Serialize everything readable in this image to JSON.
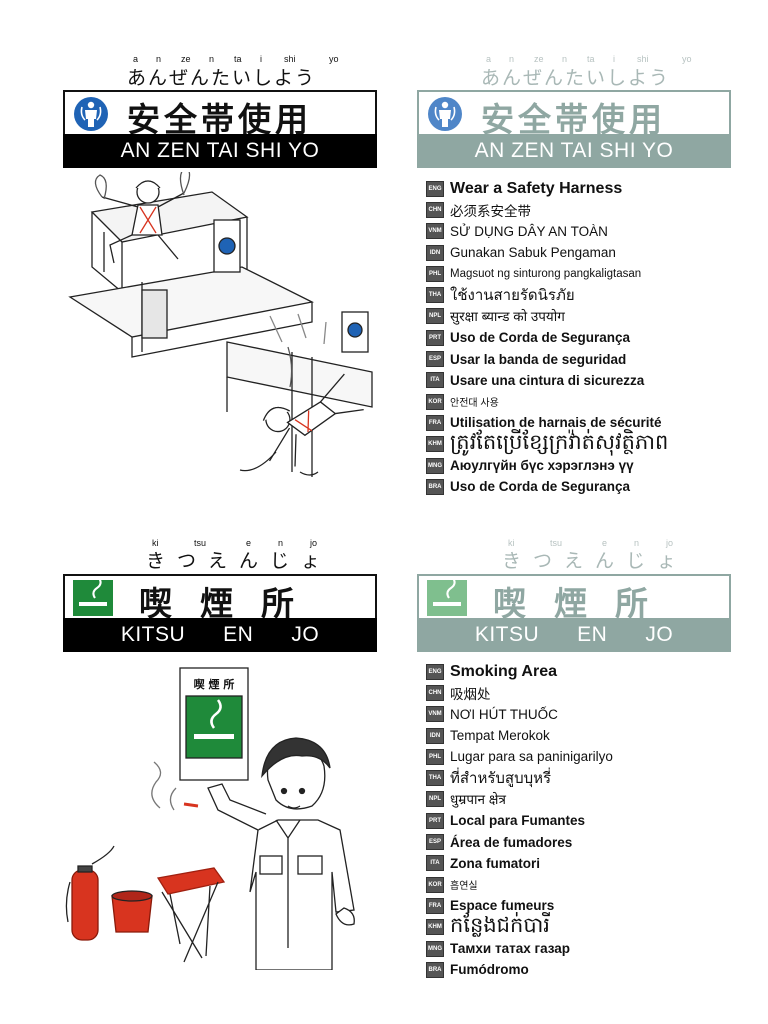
{
  "safety": {
    "ruby": [
      "a",
      "n",
      "ze",
      "n",
      "ta",
      "i",
      "shi",
      "yo"
    ],
    "kana": "あんぜんたいしよう",
    "title": "安全帯使用",
    "romaji": "AN ZEN TAI SHI YO",
    "languages": [
      {
        "code": "ENG",
        "text": "Wear a Safety Harness"
      },
      {
        "code": "CHN",
        "text": "必须系安全带"
      },
      {
        "code": "VNM",
        "text": "SỬ DỤNG DÂY AN TOÀN"
      },
      {
        "code": "IDN",
        "text": "Gunakan Sabuk Pengaman"
      },
      {
        "code": "PHL",
        "text": "Magsuot ng sinturong pangkaligtasan"
      },
      {
        "code": "THA",
        "text": "ใช้งานสายรัดนิรภัย"
      },
      {
        "code": "NPL",
        "text": "सुरक्षा ब्यान्ड को उपयोग"
      },
      {
        "code": "PRT",
        "text": "Uso de Corda de Segurança"
      },
      {
        "code": "ESP",
        "text": "Usar la banda de seguridad"
      },
      {
        "code": "ITA",
        "text": "Usare una cintura di sicurezza"
      },
      {
        "code": "KOR",
        "text": "안전대 사용"
      },
      {
        "code": "FRA",
        "text": "Utilisation de harnais de sécurité"
      },
      {
        "code": "KHM",
        "text": "ត្រូវតែប្រើខ្សែក្រវ៉ាត់សុវត្ថិភាព"
      },
      {
        "code": "MNG",
        "text": "Аюулгүйн бүс хэрэглэнэ үү"
      },
      {
        "code": "BRA",
        "text": "Uso de Corda de Segurança"
      }
    ],
    "panel_label": "安全帯使用"
  },
  "smoking": {
    "ruby": [
      "ki",
      "tsu",
      "e",
      "n",
      "jo"
    ],
    "kana": "きつえんじょ",
    "title": [
      "喫",
      "煙",
      "所"
    ],
    "romaji": [
      "KITSU",
      "EN",
      "JO"
    ],
    "wall_sign": "喫 煙 所",
    "languages": [
      {
        "code": "ENG",
        "text": "Smoking Area"
      },
      {
        "code": "CHN",
        "text": "吸烟处"
      },
      {
        "code": "VNM",
        "text": "NƠI HÚT THUỐC"
      },
      {
        "code": "IDN",
        "text": "Tempat Merokok"
      },
      {
        "code": "PHL",
        "text": "Lugar para sa paninigarilyo"
      },
      {
        "code": "THA",
        "text": "ที่สำหรับสูบบุหรี่"
      },
      {
        "code": "NPL",
        "text": "धुम्रपान क्षेत्र"
      },
      {
        "code": "PRT",
        "text": "Local para Fumantes"
      },
      {
        "code": "ESP",
        "text": "Área de fumadores"
      },
      {
        "code": "ITA",
        "text": "Zona fumatori"
      },
      {
        "code": "KOR",
        "text": "흡연실"
      },
      {
        "code": "FRA",
        "text": "Espace fumeurs"
      },
      {
        "code": "KHM",
        "text": "កន្លែងជក់បារី"
      },
      {
        "code": "MNG",
        "text": "Тамхи татах газар"
      },
      {
        "code": "BRA",
        "text": "Fumódromo"
      }
    ]
  },
  "colors": {
    "safety_blue": "#1f63b5",
    "smoking_green": "#1f8a3a",
    "faded_teal": "#8fa7a2",
    "extinguisher_red": "#d8341f"
  }
}
